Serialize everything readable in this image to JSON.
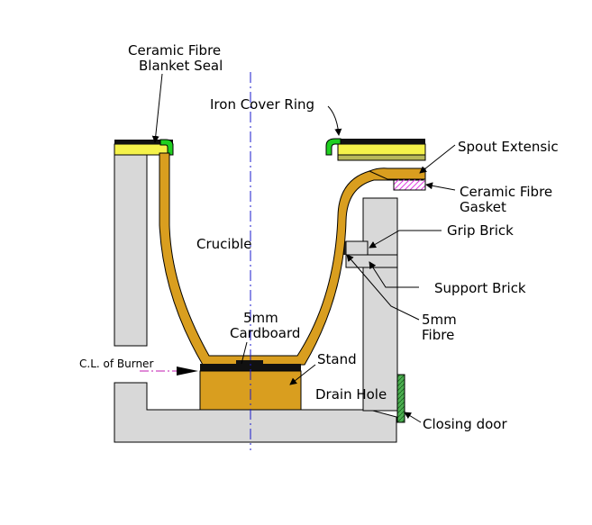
{
  "labels": {
    "blanket_seal_line1": "Ceramic Fibre",
    "blanket_seal_line2": "Blanket Seal",
    "iron_cover_ring": "Iron Cover Ring",
    "spout_extension": "Spout Extensic",
    "gasket_line1": "Ceramic Fibre",
    "gasket_line2": "Gasket",
    "grip_brick": "Grip Brick",
    "crucible": "Crucible",
    "support_brick": "Support Brick",
    "cardboard_line1": "5mm",
    "cardboard_line2": "Cardboard",
    "fibre_line1": "5mm",
    "fibre_line2": "Fibre",
    "stand": "Stand",
    "cl_burner": "C.L. of Burner",
    "drain_hole": "Drain Hole",
    "closing_door": "Closing door"
  },
  "colors": {
    "refractory": "#d8d8d8",
    "crucible": "#d99e1f",
    "seal": "#f5f24a",
    "cover_ring": "#1fcf1f",
    "gasket": "#e040e0",
    "door": "#4caf50",
    "centerline": "#1a1acd",
    "burner_line": "#c01ab0",
    "olive_strip": "#b8b85a"
  }
}
